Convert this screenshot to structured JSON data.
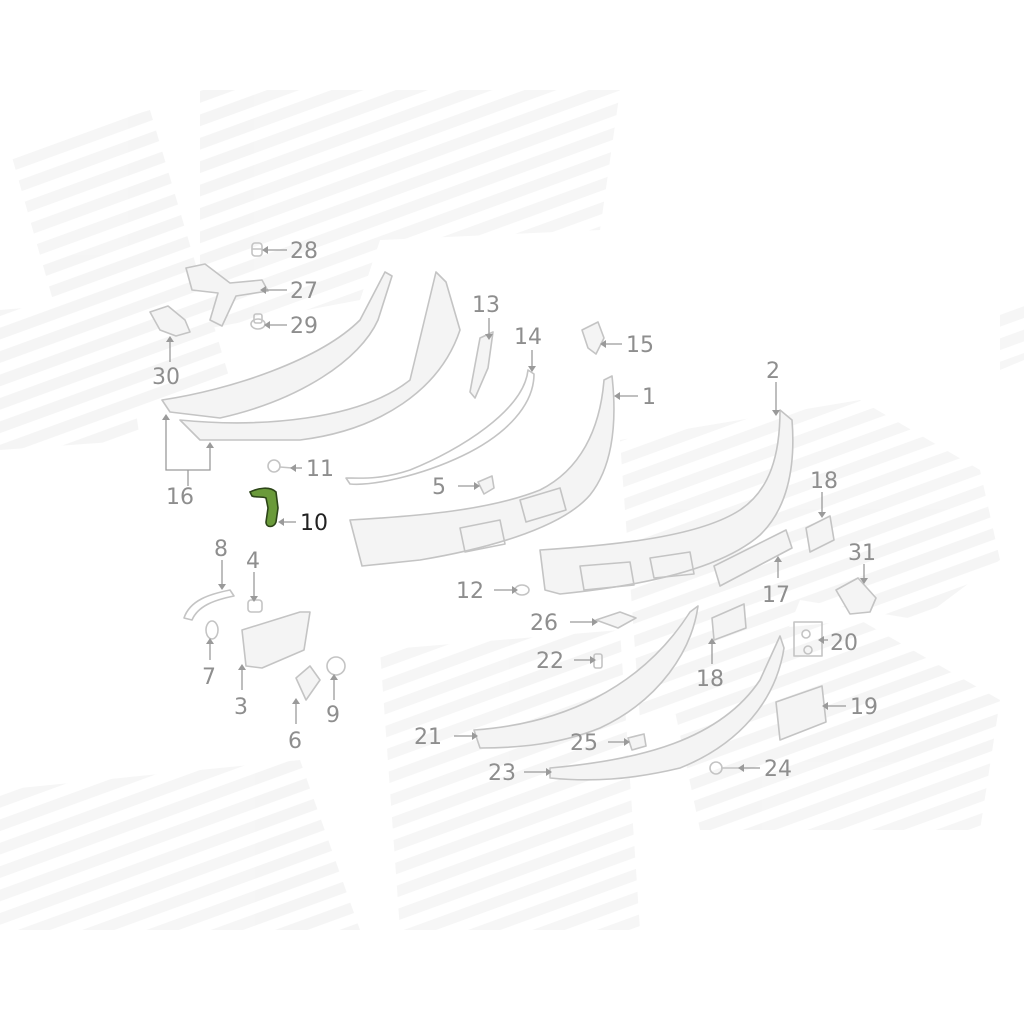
{
  "diagram": {
    "highlight_color": "#6a9a3a",
    "callouts": [
      {
        "id": "1",
        "text": "1"
      },
      {
        "id": "2",
        "text": "2"
      },
      {
        "id": "3",
        "text": "3"
      },
      {
        "id": "4",
        "text": "4"
      },
      {
        "id": "5",
        "text": "5"
      },
      {
        "id": "6",
        "text": "6"
      },
      {
        "id": "7",
        "text": "7"
      },
      {
        "id": "8",
        "text": "8"
      },
      {
        "id": "9",
        "text": "9"
      },
      {
        "id": "10",
        "text": "10"
      },
      {
        "id": "11",
        "text": "11"
      },
      {
        "id": "12",
        "text": "12"
      },
      {
        "id": "13",
        "text": "13"
      },
      {
        "id": "14",
        "text": "14"
      },
      {
        "id": "15",
        "text": "15"
      },
      {
        "id": "16",
        "text": "16"
      },
      {
        "id": "17",
        "text": "17"
      },
      {
        "id": "18a",
        "text": "18"
      },
      {
        "id": "18b",
        "text": "18"
      },
      {
        "id": "19",
        "text": "19"
      },
      {
        "id": "20",
        "text": "20"
      },
      {
        "id": "21",
        "text": "21"
      },
      {
        "id": "22",
        "text": "22"
      },
      {
        "id": "23",
        "text": "23"
      },
      {
        "id": "24",
        "text": "24"
      },
      {
        "id": "25",
        "text": "25"
      },
      {
        "id": "26",
        "text": "26"
      },
      {
        "id": "27",
        "text": "27"
      },
      {
        "id": "28",
        "text": "28"
      },
      {
        "id": "29",
        "text": "29"
      },
      {
        "id": "30",
        "text": "30"
      },
      {
        "id": "31",
        "text": "31"
      }
    ]
  }
}
